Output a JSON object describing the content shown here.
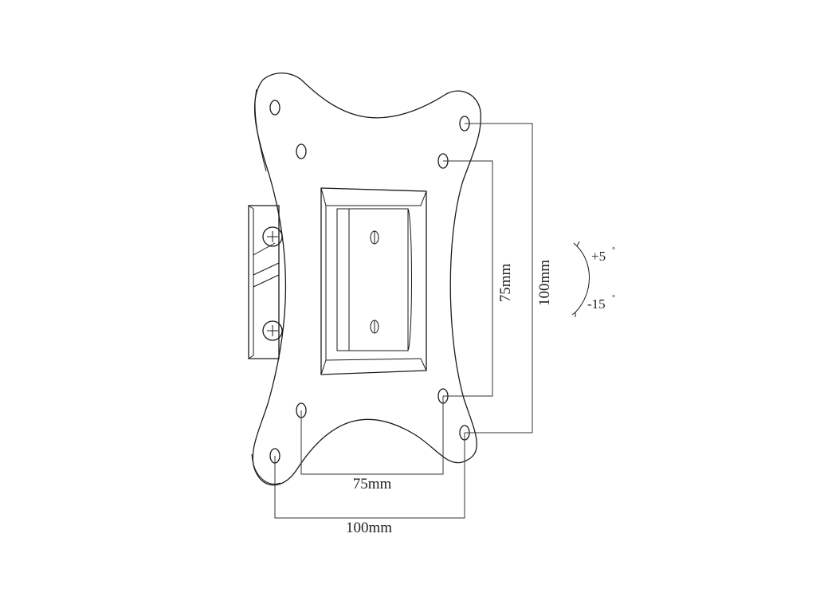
{
  "dimensions": {
    "horizontal_inner": "75mm",
    "horizontal_outer": "100mm",
    "vertical_inner": "75mm",
    "vertical_outer": "100mm"
  },
  "tilt": {
    "up": "+5",
    "down": "-15",
    "degree_symbol": "°"
  }
}
